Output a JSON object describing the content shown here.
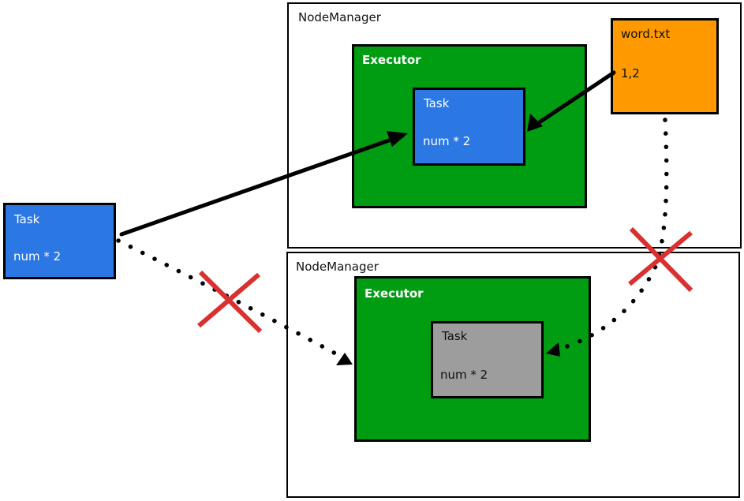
{
  "diagram": {
    "left_task": {
      "title": "Task",
      "body": "num * 2"
    },
    "node_managers": [
      {
        "label": "NodeManager",
        "executor": {
          "label": "Executor",
          "task": {
            "title": "Task",
            "body": "num * 2",
            "state": "active"
          }
        },
        "file": {
          "name": "word.txt",
          "content": "1,2"
        }
      },
      {
        "label": "NodeManager",
        "executor": {
          "label": "Executor",
          "task": {
            "title": "Task",
            "body": "num * 2",
            "state": "inactive"
          }
        }
      }
    ],
    "connections": [
      {
        "from": "left-task",
        "to": "top-task",
        "style": "solid",
        "blocked": false
      },
      {
        "from": "word-file",
        "to": "top-task",
        "style": "solid",
        "blocked": false
      },
      {
        "from": "left-task",
        "to": "bottom-executor",
        "style": "dotted",
        "blocked": true
      },
      {
        "from": "word-file",
        "to": "bottom-task",
        "style": "dotted",
        "blocked": true
      }
    ],
    "colors": {
      "executor": "#009c12",
      "task_active": "#2b77e4",
      "task_inactive": "#9d9d9d",
      "file": "#ff9900",
      "blocked_cross": "#d93030"
    }
  }
}
